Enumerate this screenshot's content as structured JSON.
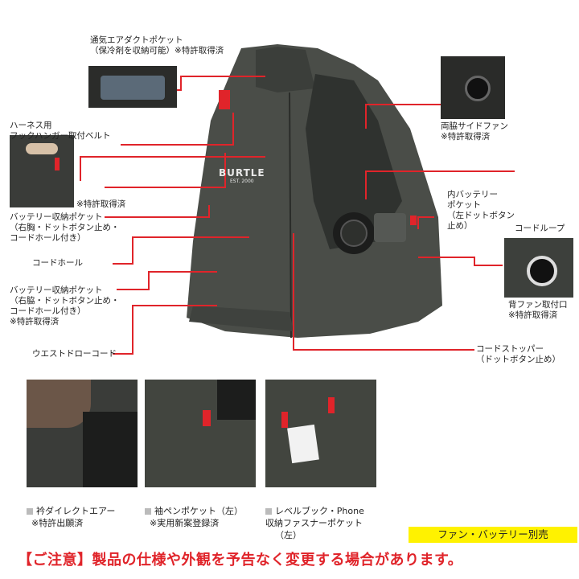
{
  "labels": {
    "air_duct_pocket": "通気エアダクトポケット\n（保冷剤を収納可能）※特許取得済",
    "harness_belt": "ハーネス用\nフックハンガー取付ベルト",
    "patent_1": "※特許取得済",
    "battery_chest_pocket": "バッテリー収納ポケット\n（右胸・ドットボタン止め・\nコードホール付き）",
    "cord_hole": "コードホール",
    "battery_side_pocket": "バッテリー収納ポケット\n（右脇・ドットボタン止め・\nコードホール付き）\n※特許取得済",
    "waist_cord": "ウエストドローコード",
    "side_fan": "両脇サイドファン\n※特許取得済",
    "inner_battery_pocket": "内バッテリー\nポケット\n（左ドットボタン\n止め）",
    "cord_loop": "コードループ",
    "back_fan_mount": "背ファン取付口\n※特許取得済",
    "cord_stopper": "コードストッパー\n（ドットボタン止め）"
  },
  "jacket_logo": {
    "brand": "BURTLE",
    "est": "EST. 2000"
  },
  "captions": [
    {
      "title": "衿ダイレクトエアー",
      "note": "※特許出願済"
    },
    {
      "title": "袖ペンポケット（左）",
      "note": "※実用新案登録済"
    },
    {
      "title": "レベルブック・Phone\n収納ファスナーポケット",
      "note": "（左）"
    }
  ],
  "badge": "ファン・バッテリー別売",
  "caution": "【ご注意】製品の仕様や外観を予告なく変更する場合があります。",
  "colors": {
    "accent": "#e0242a",
    "jacket": "#4a4d48",
    "badge": "#fff200"
  }
}
